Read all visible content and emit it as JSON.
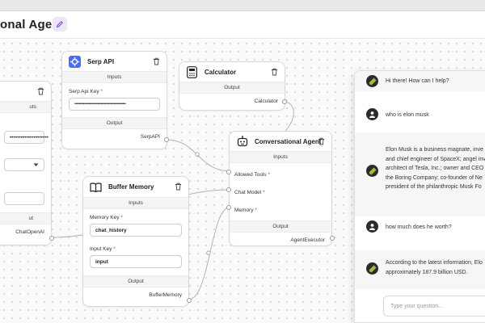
{
  "flow": {
    "title": "onal Agent"
  },
  "nodes": {
    "chat_openai": {
      "inputs_label": "uts",
      "password_mask": "•••••••••••••••••••••",
      "output_label": "ut",
      "anchor": "ChatOpenAI"
    },
    "serp_api": {
      "title": "Serp API",
      "inputs_label": "Inputs",
      "key_label": "Serp Api Key",
      "required_mark": "*",
      "key_value": "•••••••••••••••••••••••••••••••••••••••••••••••",
      "output_label": "Output",
      "anchor": "SerpAPI"
    },
    "calculator": {
      "title": "Calculator",
      "output_label": "Output",
      "anchor": "Calculator"
    },
    "buffer_memory": {
      "title": "Buffer Memory",
      "inputs_label": "Inputs",
      "memory_key_label": "Memory Key",
      "memory_key_value": "chat_history",
      "input_key_label": "Input Key",
      "input_key_value": "input",
      "required_mark": "*",
      "output_label": "Output",
      "anchor": "BufferMemory"
    },
    "conversational_agent": {
      "title": "Conversational Agent",
      "inputs_label": "Inputs",
      "allowed_tools": "Allowed Tools",
      "chat_model": "Chat Model",
      "memory": "Memory",
      "required_mark": "*",
      "output_label": "Output",
      "anchor": "AgentExecutor"
    }
  },
  "chat": {
    "messages": [
      {
        "role": "bot",
        "lines": [
          "Hi there! How can I help?"
        ]
      },
      {
        "role": "user",
        "lines": [
          "who is elon musk"
        ]
      },
      {
        "role": "bot",
        "lines": [
          "Elon Musk is a business magnate, inve",
          "and chief engineer of SpaceX; angel inv",
          "architect of Tesla, Inc.; owner and CEO",
          "the Boring Company; co-founder of Ne",
          "president of the philanthropic Musk Fo"
        ]
      },
      {
        "role": "user",
        "lines": [
          "how much does he worth?"
        ]
      },
      {
        "role": "bot",
        "lines": [
          "According to the latest information, Elo",
          "approximately 187.9 billion USD."
        ]
      }
    ],
    "input_placeholder": "Type your question..."
  },
  "colors": {
    "accent": "#673ab7",
    "edge": "#b3b3b3",
    "bot_avatar": "#a6c832"
  }
}
